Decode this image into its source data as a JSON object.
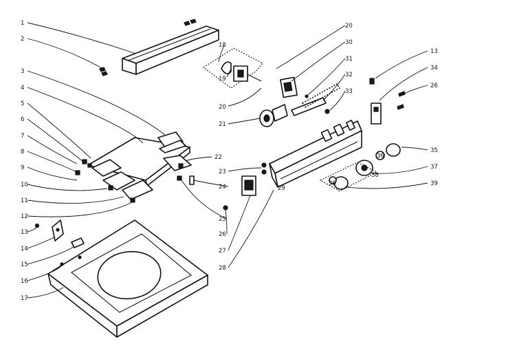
{
  "callouts": [
    {
      "id": "1",
      "text": "1"
    },
    {
      "id": "2",
      "text": "2"
    },
    {
      "id": "3",
      "text": "3"
    },
    {
      "id": "4",
      "text": "4"
    },
    {
      "id": "5",
      "text": "5"
    },
    {
      "id": "6",
      "text": "6"
    },
    {
      "id": "7",
      "text": "7"
    },
    {
      "id": "8",
      "text": "8"
    },
    {
      "id": "9",
      "text": "9"
    },
    {
      "id": "10",
      "text": "10"
    },
    {
      "id": "11",
      "text": "11"
    },
    {
      "id": "12",
      "text": "12"
    },
    {
      "id": "13a",
      "text": "13"
    },
    {
      "id": "14",
      "text": "14"
    },
    {
      "id": "15",
      "text": "15"
    },
    {
      "id": "16",
      "text": "16"
    },
    {
      "id": "17",
      "text": "17"
    },
    {
      "id": "18",
      "text": "18"
    },
    {
      "id": "19",
      "text": "19"
    },
    {
      "id": "20a",
      "text": "20"
    },
    {
      "id": "20b",
      "text": "20"
    },
    {
      "id": "21",
      "text": "21"
    },
    {
      "id": "22",
      "text": "22"
    },
    {
      "id": "23",
      "text": "23"
    },
    {
      "id": "24",
      "text": "24"
    },
    {
      "id": "25",
      "text": "25"
    },
    {
      "id": "26a",
      "text": "26"
    },
    {
      "id": "26b",
      "text": "26"
    },
    {
      "id": "27",
      "text": "27"
    },
    {
      "id": "28",
      "text": "28"
    },
    {
      "id": "29",
      "text": "29"
    },
    {
      "id": "30",
      "text": "30"
    },
    {
      "id": "31",
      "text": "31"
    },
    {
      "id": "32",
      "text": "32"
    },
    {
      "id": "33",
      "text": "33"
    },
    {
      "id": "13b",
      "text": "13"
    },
    {
      "id": "34",
      "text": "34"
    },
    {
      "id": "35",
      "text": "35"
    },
    {
      "id": "36a",
      "text": "36"
    },
    {
      "id": "36b",
      "text": "36"
    },
    {
      "id": "37",
      "text": "37"
    },
    {
      "id": "38",
      "text": "38"
    },
    {
      "id": "39",
      "text": "39"
    }
  ]
}
